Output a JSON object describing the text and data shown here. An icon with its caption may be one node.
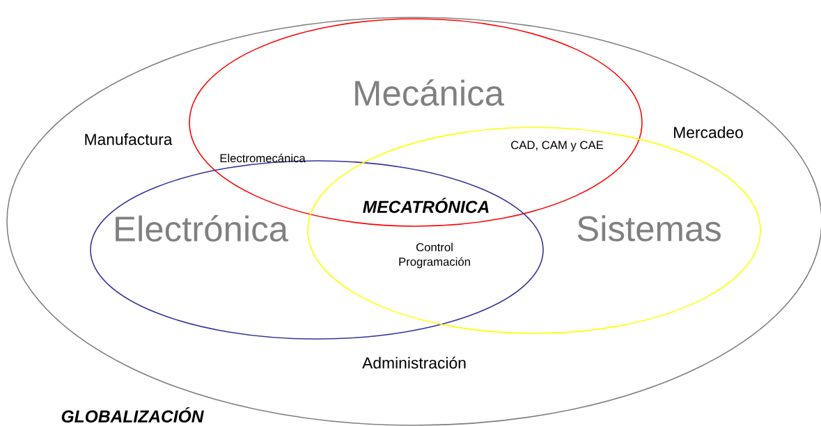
{
  "diagram": {
    "nodes": [
      {
        "text": [],
        "shape": "ellipse"
      },
      {
        "text": [
          "Mecánica"
        ],
        "in": 0
      },
      {
        "text": [
          "Electrónica"
        ],
        "in": 0
      },
      {
        "text": [
          "Sistemas"
        ],
        "in": 0
      }
    ],
    "edges": [],
    "labels": [
      "Manufactura",
      "Mercadeo",
      "Electromecánica",
      "CAD, CAM  y CAE",
      "MECATRÓNICA",
      "Control Programación",
      "Administración",
      "GLOBALIZACIÓN"
    ]
  }
}
